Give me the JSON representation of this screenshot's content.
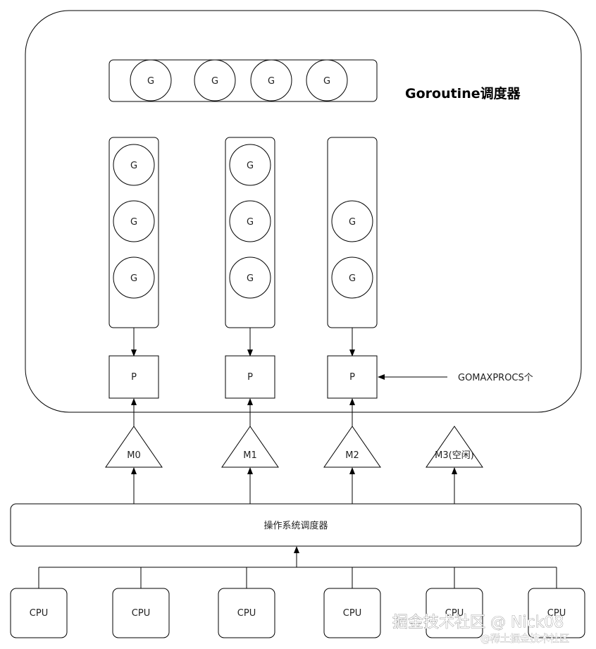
{
  "title": "Goroutine调度器",
  "goroutine_label": "G",
  "processor_label": "P",
  "gomaxprocs_label": "GOMAXPROCS个",
  "os_scheduler_label": "操作系统调度器",
  "global_queue": {
    "goroutines": 4
  },
  "local_queues": [
    {
      "goroutines": 3
    },
    {
      "goroutines": 3
    },
    {
      "goroutines": 2
    }
  ],
  "threads": [
    "M0",
    "M1",
    "M2",
    "M3(空闲)"
  ],
  "cpus": [
    "CPU",
    "CPU",
    "CPU",
    "CPU",
    "CPU",
    "CPU"
  ],
  "watermark": {
    "main": "掘金技术社区 @ Nick08",
    "sub": "@稀土掘金技术社区"
  },
  "colors": {
    "stroke": "#000000",
    "fill": "#ffffff",
    "text": "#222222"
  }
}
